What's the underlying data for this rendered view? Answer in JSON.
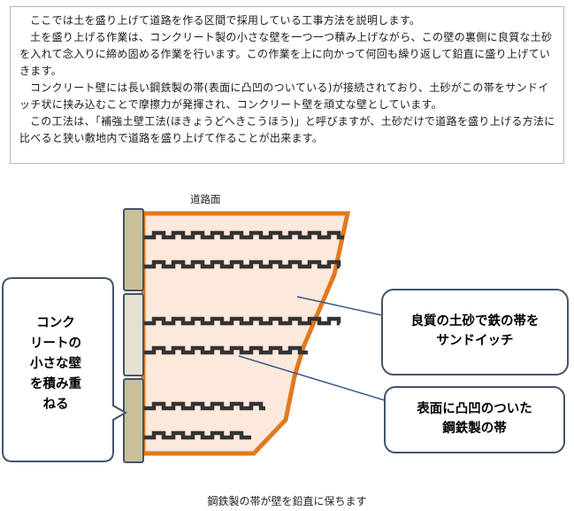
{
  "description_paragraphs": [
    "ここでは土を盛り上げて道路を作る区間で採用している工事方法を説明します。",
    "土を盛り上げる作業は、コンクリート製の小さな壁を一つ一つ積み上げながら、この壁の裏側に良質な土砂を入れて念入りに締め固める作業を行います。この作業を上に向かって何回も繰り返して鉛直に盛り上げていきます。",
    "コンクリート壁には長い鋼鉄製の帯(表面に凸凹のついている)が接続されており、土砂がこの帯をサンドイッチ状に挟み込むことで摩擦力が発揮され、コンクリート壁を頑丈な壁としています。",
    "この工法は、「補強土壁工法(ほきょうどへきこうほう)」と呼びますが、土砂だけで道路を盛り上げる方法に比べると狭い敷地内で道路を盛り上げて作ることが出来ます。"
  ],
  "diagram": {
    "road_surface_label": "道路面",
    "left_callout_lines": [
      "コンク",
      "リートの",
      "小さな壁",
      "を積み重",
      "ねる"
    ],
    "soil_callout_lines": [
      "良質の土砂で鉄の帯を",
      "サンドイッチ"
    ],
    "strip_callout_lines": [
      "表面に凸凹のついた",
      "鋼鉄製の帯"
    ],
    "caption": "鋼鉄製の帯が壁を鉛直に保ちます"
  },
  "colors": {
    "soil_fill": "#fde9dc",
    "soil_outline": "#e07a1e",
    "strip": "#333333",
    "panel_dark": "#c9bf99",
    "panel_light": "#e3e1cf",
    "callout_border": "#44546a",
    "leader_line": "#3d5a86"
  }
}
